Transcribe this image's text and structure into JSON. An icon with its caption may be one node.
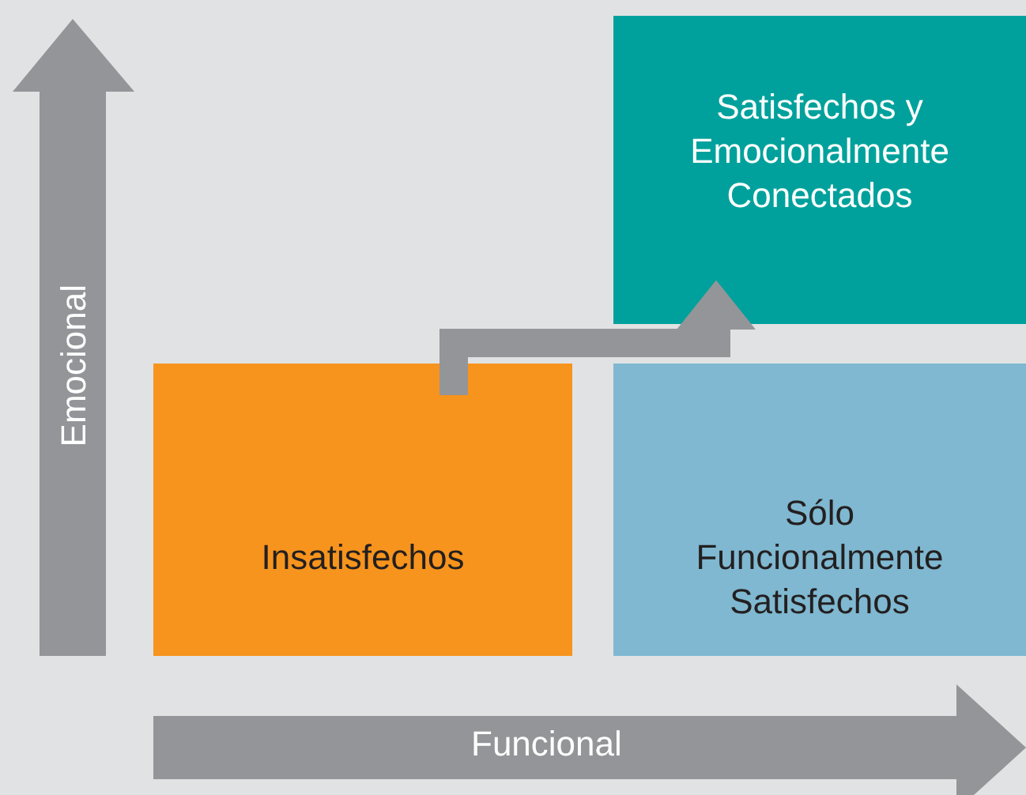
{
  "diagram": {
    "nodes": [
      {
        "text": [
          "Satisfechos y Emocionalmente Conectados"
        ]
      },
      {
        "text": [
          "Insatisfechos"
        ]
      },
      {
        "text": [
          "Sólo Funcionalmente Satisfechos"
        ]
      }
    ],
    "edges": [
      {
        "from": 1,
        "to": 0,
        "arrow": "to"
      }
    ],
    "labels": [
      "Emocional",
      "Funcional"
    ]
  }
}
